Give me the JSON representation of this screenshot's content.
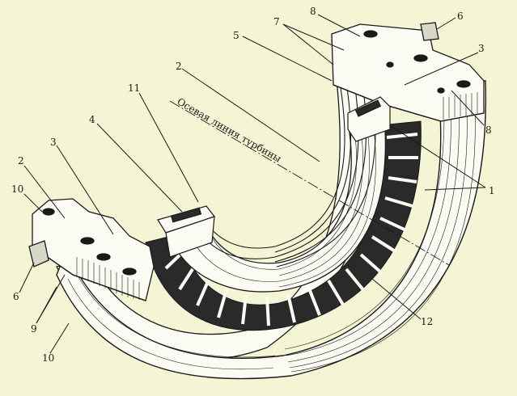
{
  "diagram": {
    "axis_label": "Осевая линия турбины",
    "labels": {
      "n8_top": "8",
      "n6_top": "6",
      "n7": "7",
      "n5": "5",
      "n3_right": "3",
      "n2_mid": "2",
      "n11": "11",
      "n4": "4",
      "n3_left": "3",
      "n2_left": "2",
      "n10_top": "10",
      "n8_right": "8",
      "n1": "1",
      "n6_left": "6",
      "n9": "9",
      "n10_bottom": "10",
      "n12": "12"
    },
    "colors": {
      "background": "#f4f5d4",
      "ink": "#1a1a1a",
      "paper": "#fbfbf4"
    }
  }
}
